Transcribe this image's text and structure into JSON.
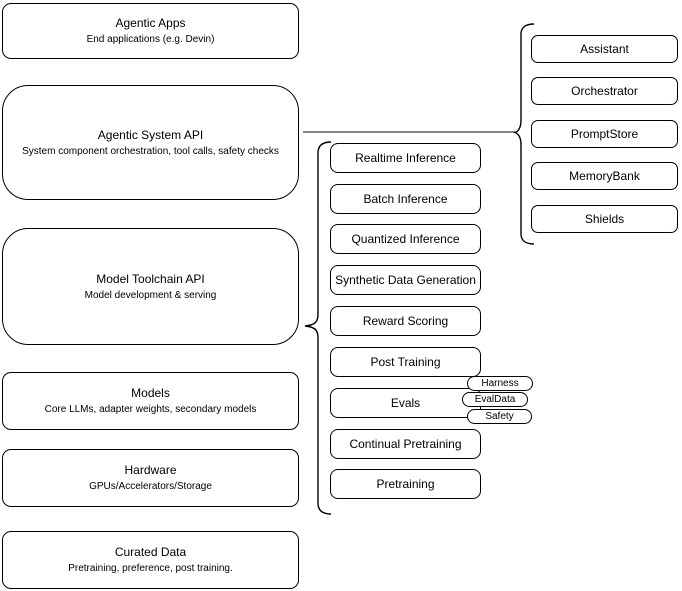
{
  "diagram": {
    "left_stack": [
      {
        "title": "Agentic Apps",
        "subtitle": "End applications (e.g. Devin)"
      },
      {
        "title": "Agentic System API",
        "subtitle": "System component orchestration, tool calls, safety checks"
      },
      {
        "title": "Model Toolchain API",
        "subtitle": "Model development & serving"
      },
      {
        "title": "Models",
        "subtitle": "Core LLMs, adapter weights, secondary models"
      },
      {
        "title": "Hardware",
        "subtitle": "GPUs/Accelerators/Storage"
      },
      {
        "title": "Curated Data",
        "subtitle": "Pretraining, preference, post training."
      }
    ],
    "toolchain_components": [
      "Realtime Inference",
      "Batch Inference",
      "Quantized Inference",
      "Synthetic Data Generation",
      "Reward Scoring",
      "Post Training",
      "Evals",
      "Continual Pretraining",
      "Pretraining"
    ],
    "evals_tags": [
      "Harness",
      "EvalData",
      "Safety"
    ],
    "system_components": [
      "Assistant",
      "Orchestrator",
      "PromptStore",
      "MemoryBank",
      "Shields"
    ],
    "colors": {
      "stroke": "#000000",
      "fill": "#ffffff",
      "connector": "#5b5b5b",
      "background": "#ffffff"
    }
  }
}
